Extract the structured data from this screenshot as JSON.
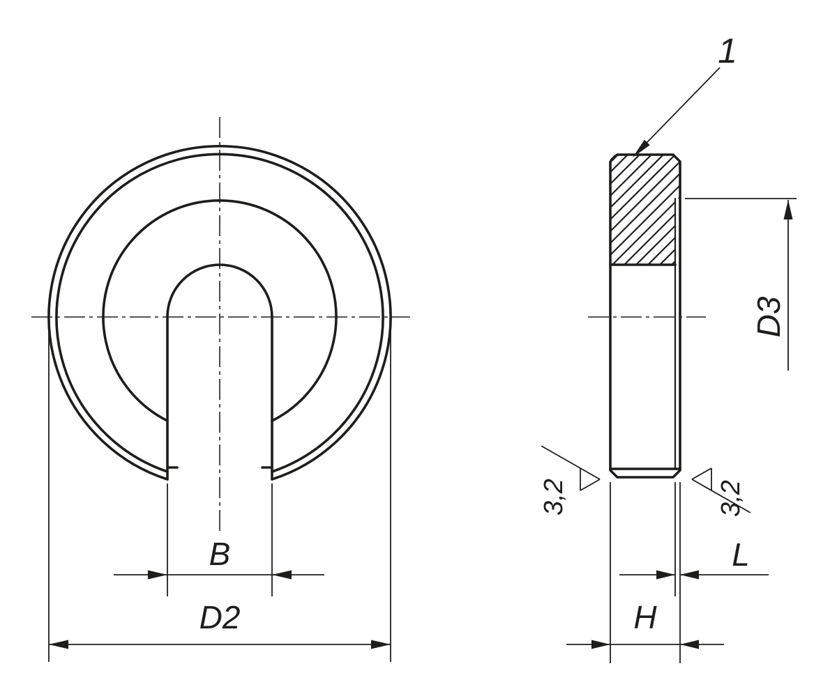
{
  "meta": {
    "type": "technical-drawing",
    "background": "#ffffff",
    "line_color": "#1d1d1b",
    "views": {
      "front_view_name": "front-view",
      "side_view_name": "side-section-view"
    }
  },
  "front_view": {
    "dim_slot_width": "B",
    "dim_outer_diameter": "D2"
  },
  "side_view": {
    "dim_bore_diameter": "D3",
    "dim_thickness": "H",
    "dim_recess_depth": "L",
    "callout_item": "1",
    "roughness_left": "3,2",
    "roughness_right": "3,2"
  }
}
